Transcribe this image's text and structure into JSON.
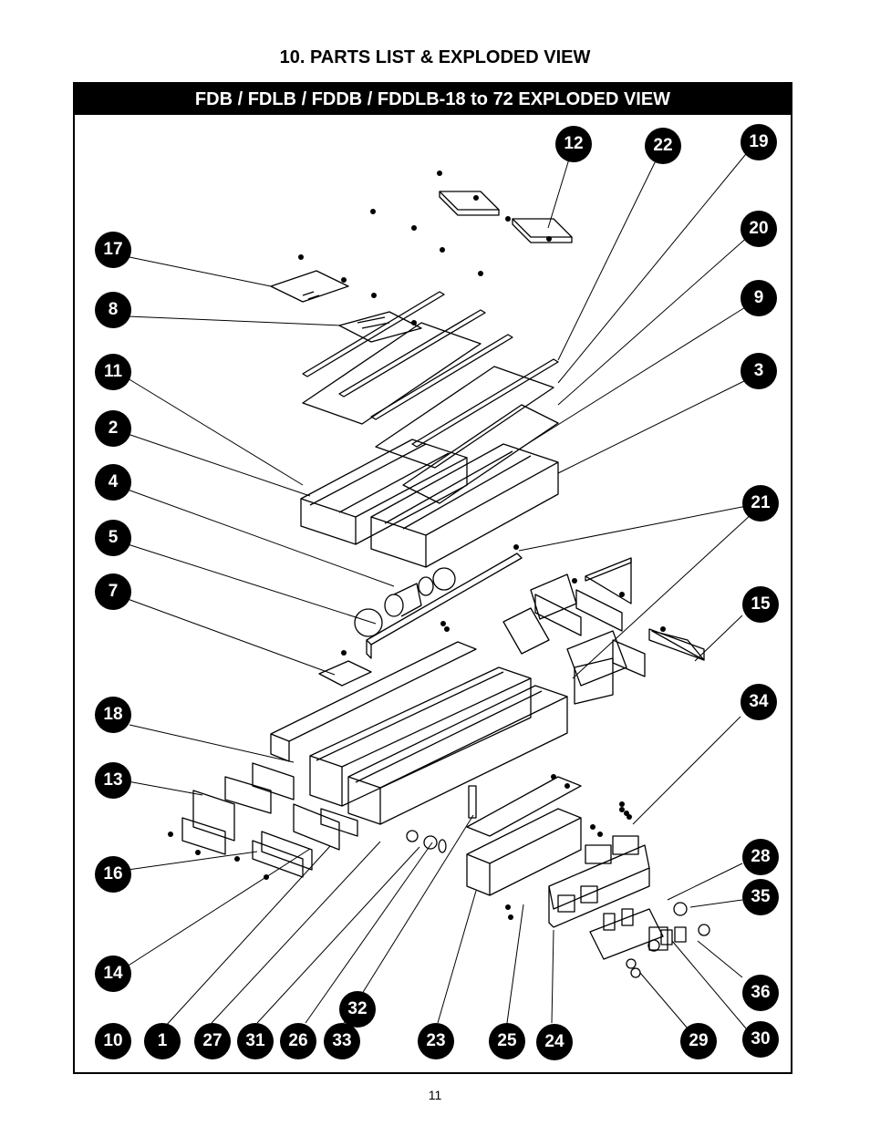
{
  "section_title": "10. PARTS LIST & EXPLODED VIEW",
  "banner_title": "FDB / FDLB / FDDB / FDDLB-18 to 72 EXPLODED VIEW",
  "page_number": "11",
  "callouts": [
    "12",
    "22",
    "19",
    "20",
    "9",
    "3",
    "21",
    "15",
    "34",
    "28",
    "35",
    "36",
    "30",
    "29",
    "24",
    "25",
    "23",
    "33",
    "32",
    "26",
    "31",
    "27",
    "1",
    "10",
    "14",
    "16",
    "13",
    "18",
    "7",
    "5",
    "4",
    "2",
    "11",
    "8",
    "17"
  ]
}
